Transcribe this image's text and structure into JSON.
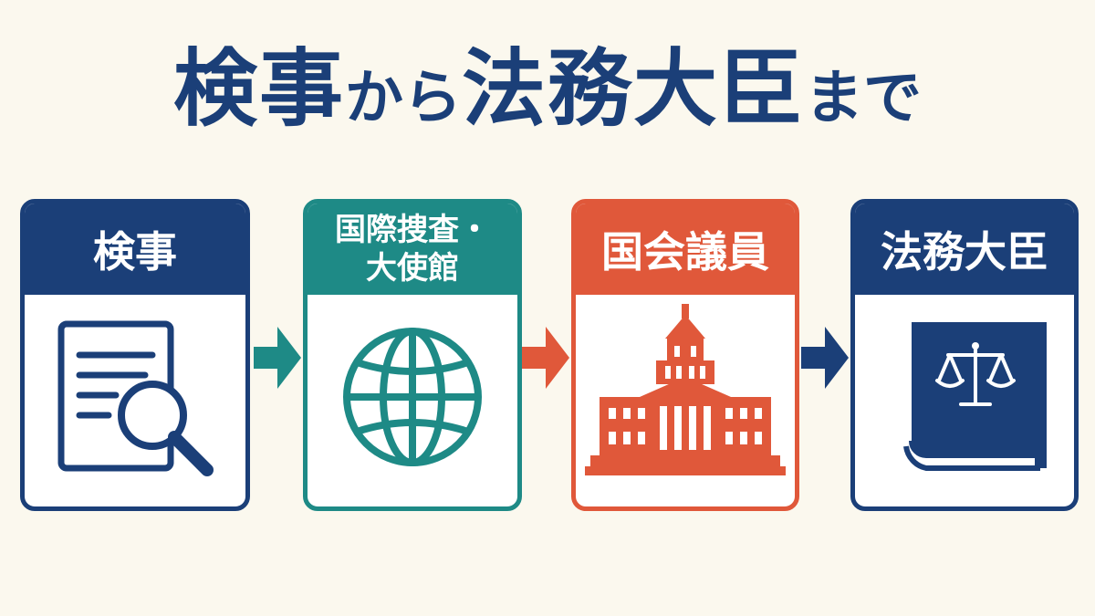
{
  "title": {
    "part1": "検事",
    "part2": "から",
    "part3": "法務大臣",
    "part4": "まで"
  },
  "colors": {
    "navy": "#1B3F78",
    "teal": "#1E8A86",
    "orange": "#E0583A",
    "background": "#FBF8EE"
  },
  "steps": [
    {
      "label": "検事",
      "icon": "document-search-icon"
    },
    {
      "label_line1": "国際捜査・",
      "label_line2": "大使館",
      "icon": "globe-icon"
    },
    {
      "label": "国会議員",
      "icon": "diet-building-icon"
    },
    {
      "label": "法務大臣",
      "icon": "law-book-icon"
    }
  ]
}
